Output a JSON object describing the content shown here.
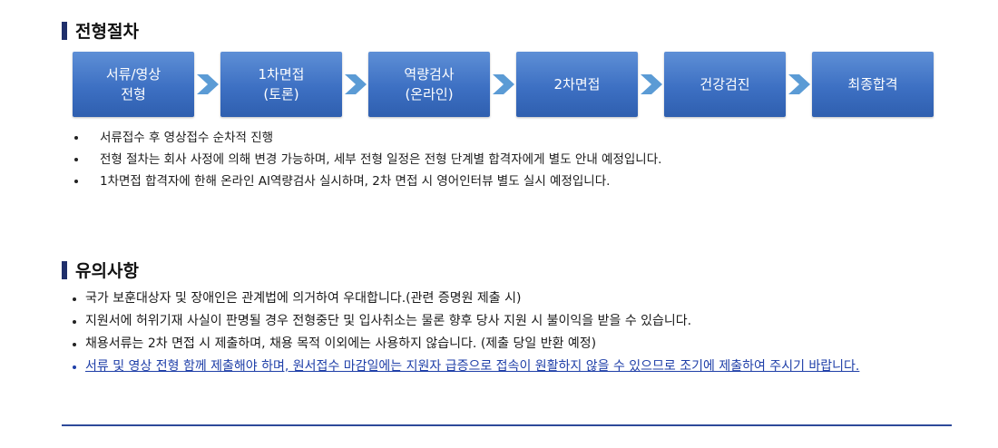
{
  "process": {
    "title": "전형절차",
    "steps": [
      {
        "line1": "서류/영상",
        "line2": "전형"
      },
      {
        "line1": "1차면접",
        "line2": "(토론)"
      },
      {
        "line1": "역량검사",
        "line2": "(온라인)"
      },
      {
        "line1": "2차면접",
        "line2": ""
      },
      {
        "line1": "건강검진",
        "line2": ""
      },
      {
        "line1": "최종합격",
        "line2": ""
      }
    ],
    "notes": [
      "서류접수 후 영상접수 순차적 진행",
      "전형 절차는 회사 사정에 의해 변경 가능하며, 세부 전형 일정은 전형 단계별 합격자에게 별도 안내 예정입니다.",
      "1차면접 합격자에 한해 온라인 AI역량검사 실시하며, 2차 면접 시 영어인터뷰 별도 실시 예정입니다."
    ]
  },
  "notices": {
    "title": "유의사항",
    "items": [
      "국가 보훈대상자 및 장애인은 관계법에 의거하여 우대합니다.(관련 증명원 제출 시)",
      "지원서에 허위기재 사실이 판명될 경우 전형중단 및 입사취소는 물론 향후 당사 지원 시 불이익을 받을 수 있습니다.",
      "채용서류는 2차 면접 시 제출하며, 채용 목적 이외에는 사용하지 않습니다. (제출 당일 반환 예정)",
      "서류 및 영상 전형 함께 제출해야 하며, 원서접수 마감일에는 지원자 급증으로 접속이 원활하지 않을 수 있으므로 조기에 제출하여 주시기 바랍니다."
    ]
  },
  "colors": {
    "step_fill": "#3d70c3",
    "arrow": "#5b9bd5",
    "title_bar": "#1f2f6b",
    "link_text": "#1f3fa8",
    "rule": "#2e4a9a"
  }
}
